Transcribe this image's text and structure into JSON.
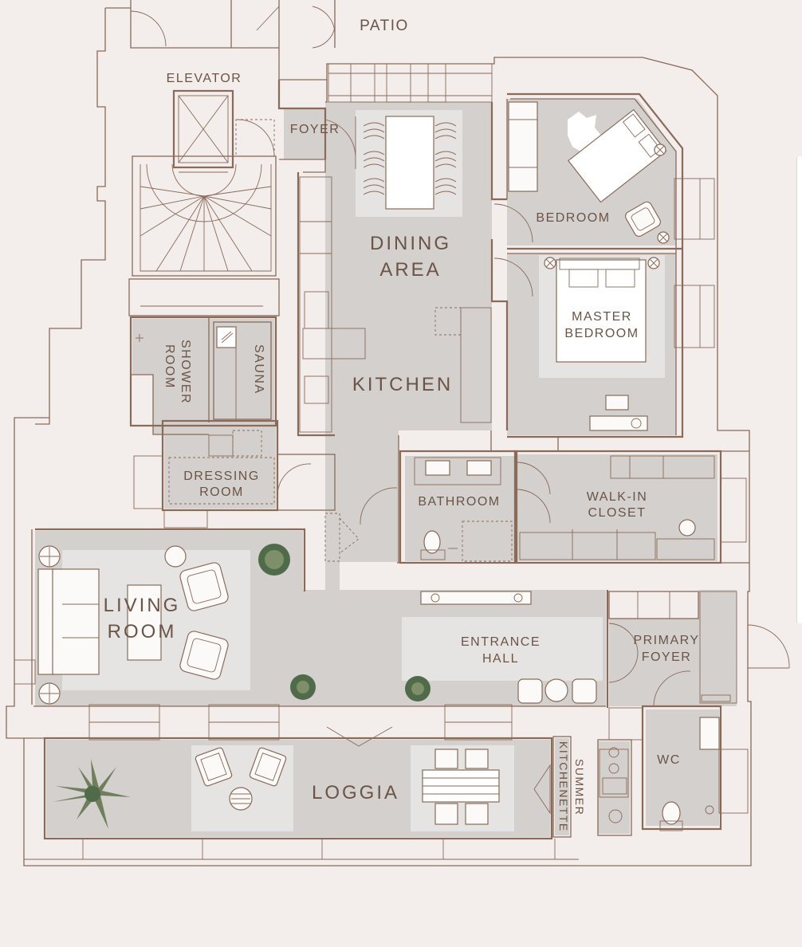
{
  "floorplan": {
    "rooms": {
      "patio": "PATIO",
      "elevator": "ELEVATOR",
      "foyer": "FOYER",
      "dining_line1": "DINING",
      "dining_line2": "AREA",
      "bedroom": "BEDROOM",
      "master_line1": "MASTER",
      "master_line2": "BEDROOM",
      "shower_line1": "SHOWER",
      "shower_line2": "ROOM",
      "sauna": "SAUNA",
      "kitchen": "KITCHEN",
      "dressing_line1": "DRESSING",
      "dressing_line2": "ROOM",
      "bathroom": "BATHROOM",
      "walkin_line1": "WALK-IN",
      "walkin_line2": "CLOSET",
      "living_line1": "LIVING",
      "living_line2": "ROOM",
      "entrance_line1": "ENTRANCE",
      "entrance_line2": "HALL",
      "primary_line1": "PRIMARY",
      "primary_line2": "FOYER",
      "loggia": "LOGGIA",
      "wc": "WC",
      "summer_line1": "SUMMER",
      "summer_line2": "KITCHENETTE"
    },
    "colors": {
      "background": "#f3eeec",
      "floor": "#d3d0ce",
      "rug": "#e6e4e2",
      "line": "#8a6a58",
      "label": "#6b5446",
      "plant": "#4f6b4a"
    }
  }
}
